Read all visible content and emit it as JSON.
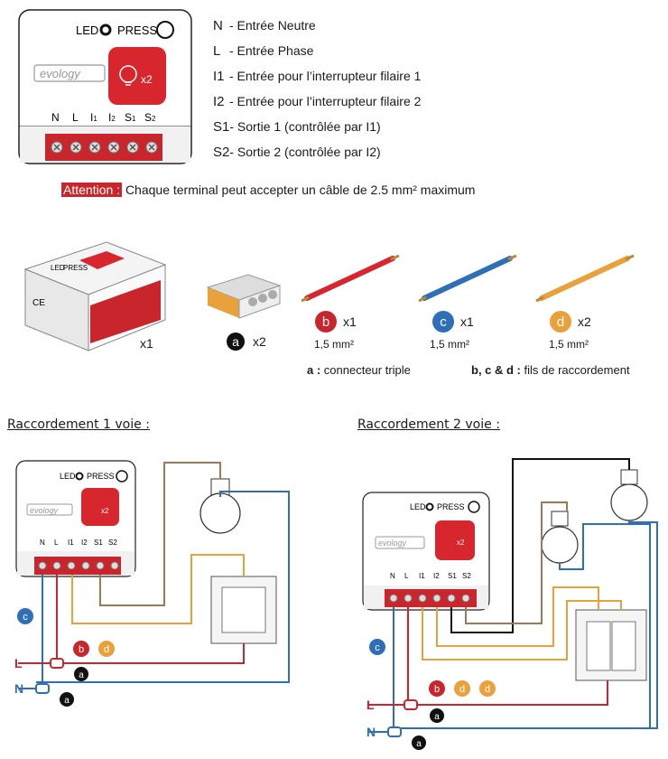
{
  "module": {
    "led_label": "LED",
    "press_label": "PRESS",
    "logo": "evology",
    "button_text": "x2",
    "terminals": [
      "N",
      "L",
      "I1",
      "I2",
      "S1",
      "S2"
    ]
  },
  "legend": [
    {
      "sym": "N",
      "text": "- Entrée Neutre"
    },
    {
      "sym": "L",
      "text": "- Entrée Phase"
    },
    {
      "sym": "I1",
      "text": "- Entrée pour l’interrupteur filaire 1"
    },
    {
      "sym": "I2",
      "text": "- Entrée pour l’interrupteur filaire 2"
    },
    {
      "sym": "S1",
      "text": "- Sortie 1 (contrôlée par I1)"
    },
    {
      "sym": "S2",
      "text": "- Sortie 2 (contrôlée par I2)"
    }
  ],
  "attention": {
    "label": "Attention :",
    "text": "Chaque terminal peut accepter un câble de 2.5 mm² maximum"
  },
  "kit": {
    "module_qty": "x1",
    "connector": {
      "letter": "a",
      "qty": "x2"
    },
    "wire_b": {
      "letter": "b",
      "qty": "x1",
      "size": "1,5 mm²"
    },
    "wire_c": {
      "letter": "c",
      "qty": "x1",
      "size": "1,5 mm²"
    },
    "wire_d": {
      "letter": "d",
      "qty": "x2",
      "size": "1,5 mm²"
    },
    "caption_a_bold": "a :",
    "caption_a": "connecteur triple",
    "caption_bcd_bold": "b, c & d :",
    "caption_bcd": "fils de raccordement"
  },
  "wiring1": {
    "title": "Raccordement 1 voie :",
    "label_L": "L",
    "label_N": "N"
  },
  "wiring2": {
    "title": "Raccordement 2 voie :",
    "label_L": "L",
    "label_N": "N"
  },
  "colors": {
    "red": "#c8262c",
    "blue": "#2f6fb8",
    "orange": "#e9a23b",
    "brown": "#9b7a55",
    "black": "#111111"
  }
}
